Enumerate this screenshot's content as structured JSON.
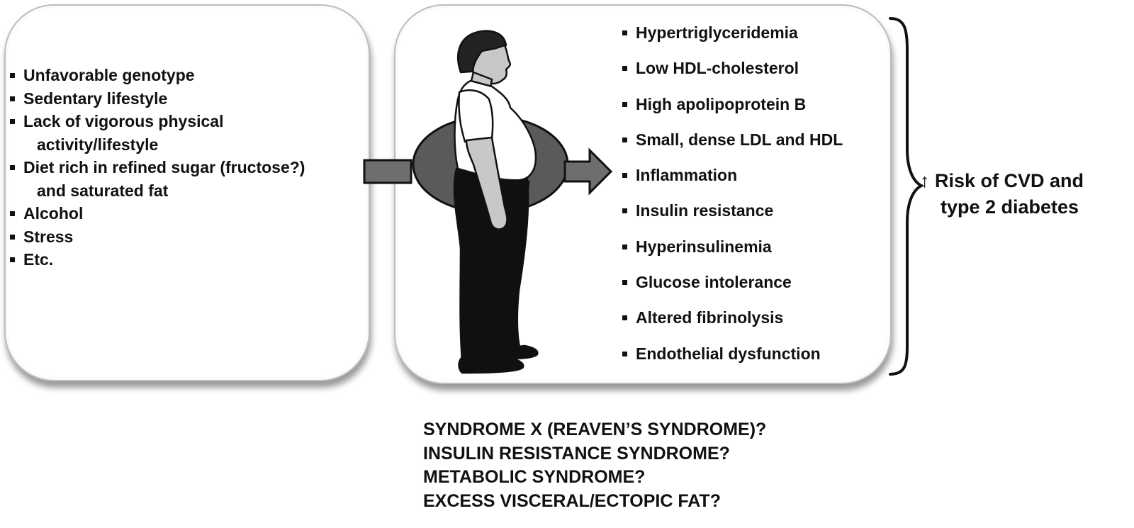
{
  "risk_factors": {
    "items": [
      "Unfavorable genotype",
      "Sedentary lifestyle",
      "Lack of vigorous physical",
      "activity/lifestyle",
      "Diet rich in refined sugar (fructose?)",
      "and saturated fat",
      "Alcohol",
      "Stress",
      "Etc."
    ]
  },
  "abnormalities": {
    "items": [
      "Hypertriglyceridemia",
      "Low HDL-cholesterol",
      "High apolipoprotein B",
      "Small, dense LDL and HDL",
      "Inflammation",
      "Insulin resistance",
      "Hyperinsulinemia",
      "Glucose intolerance",
      "Altered fibrinolysis",
      "Endothelial dysfunction"
    ]
  },
  "outcome": {
    "line1": "↑ Risk of CVD and",
    "line2": "type 2 diabetes"
  },
  "questions": [
    "SYNDROME X (REAVEN’S SYNDROME)?",
    "INSULIN RESISTANCE SYNDROME?",
    "METABOLIC SYNDROME?",
    "EXCESS VISCERAL/ECTOPIC FAT?"
  ],
  "colors": {
    "arrow_fill": "#6e6e6e",
    "visceral_fat": "#5a5a5a",
    "skin": "#c8c8c8",
    "trousers": "#101010",
    "hair": "#222222"
  }
}
